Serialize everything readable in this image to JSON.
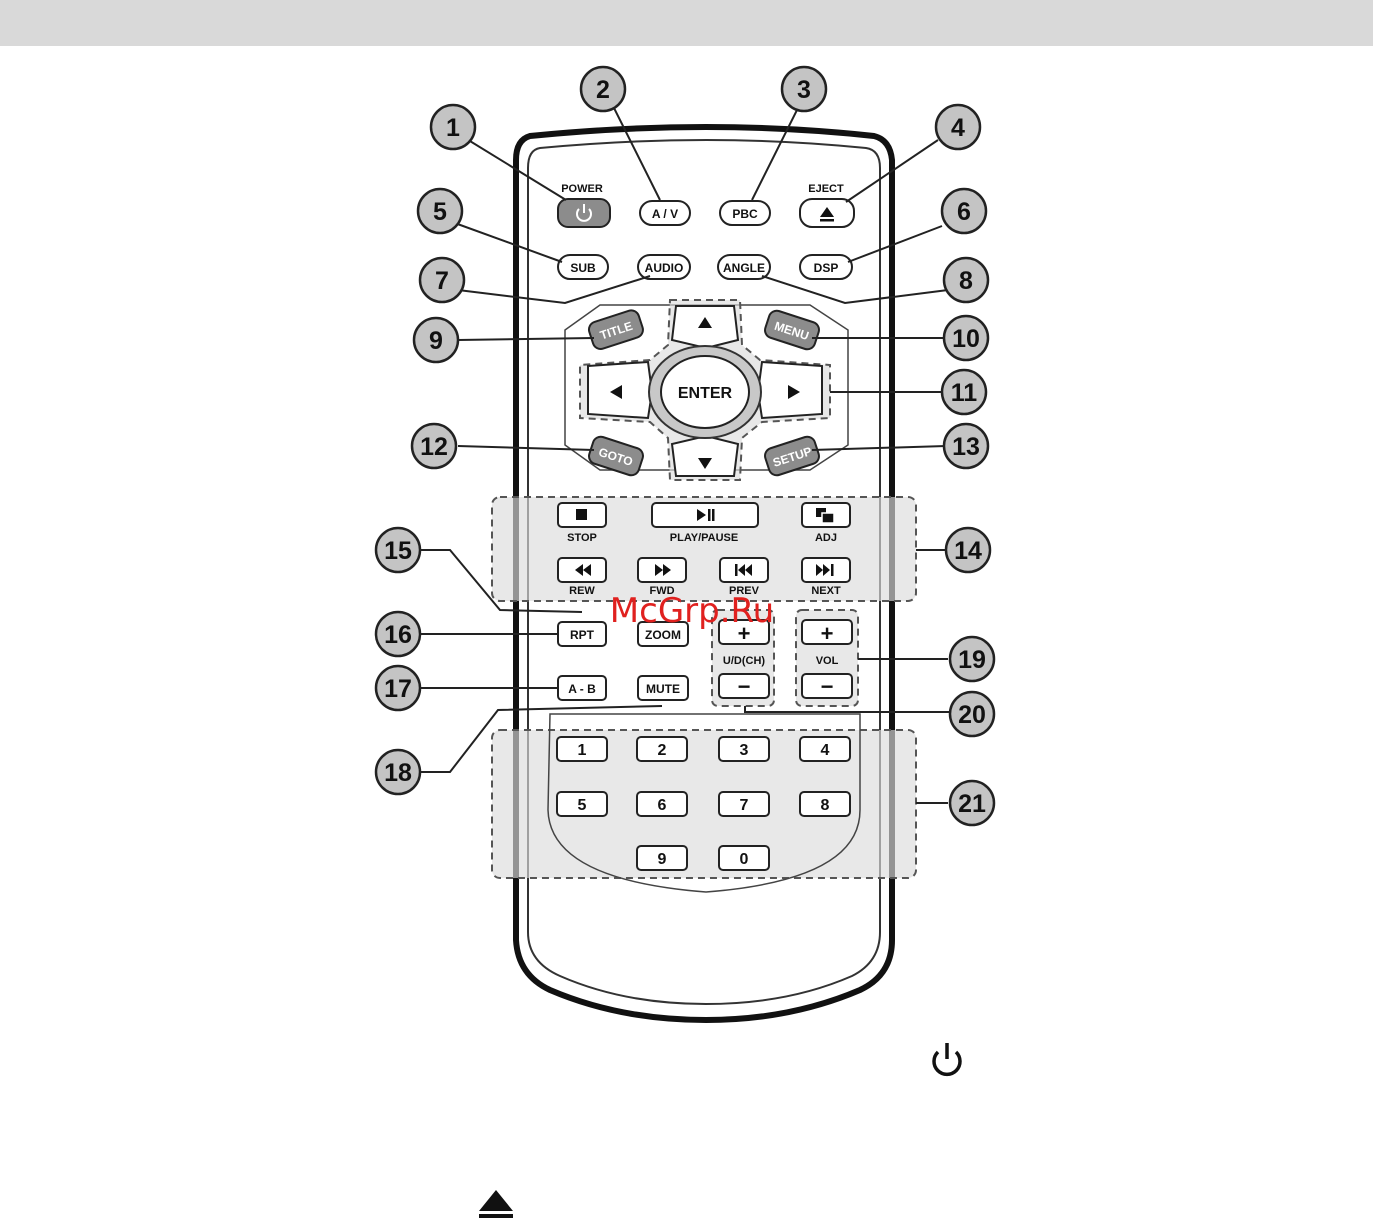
{
  "remote": {
    "row1": {
      "power_label": "POWER",
      "av": "A / V",
      "pbc": "PBC",
      "eject_label": "EJECT"
    },
    "row2": {
      "sub": "SUB",
      "audio": "AUDIO",
      "angle": "ANGLE",
      "dsp": "DSP"
    },
    "nav": {
      "title": "TITLE",
      "menu": "MENU",
      "enter": "ENTER",
      "goto": "GOTO",
      "setup": "SETUP"
    },
    "transport": {
      "stop": "STOP",
      "play_pause": "PLAY/PAUSE",
      "adj": "ADJ",
      "rew": "REW",
      "fwd": "FWD",
      "prev": "PREV",
      "next": "NEXT"
    },
    "misc": {
      "rpt": "RPT",
      "zoom": "ZOOM",
      "ab": "A - B",
      "mute": "MUTE",
      "ud_ch": "U/D(CH)",
      "vol": "VOL",
      "plus": "+",
      "minus": "−"
    },
    "digits": [
      "1",
      "2",
      "3",
      "4",
      "5",
      "6",
      "7",
      "8",
      "9",
      "0"
    ]
  },
  "callouts": [
    "1",
    "2",
    "3",
    "4",
    "5",
    "6",
    "7",
    "8",
    "9",
    "10",
    "11",
    "12",
    "13",
    "14",
    "15",
    "16",
    "17",
    "18",
    "19",
    "20",
    "21"
  ],
  "watermark": "McGrp.Ru",
  "icons": {
    "power": "power-icon",
    "eject": "eject-icon"
  }
}
